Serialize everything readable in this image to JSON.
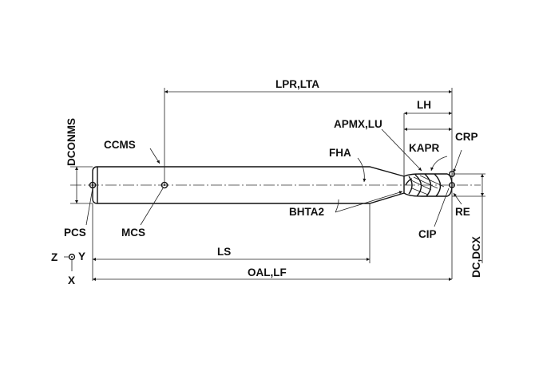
{
  "labels": {
    "lpr_lta": "LPR,LTA",
    "lh": "LH",
    "apmx_lu": "APMX,LU",
    "dconms": "DCONMS",
    "ccms": "CCMS",
    "fha": "FHA",
    "kapr": "KAPR",
    "crp": "CRP",
    "bhta2": "BHTA2",
    "re": "RE",
    "cip": "CIP",
    "pcs": "PCS",
    "mcs": "MCS",
    "ls": "LS",
    "oal_lf": "OAL,LF",
    "dc_dcx": "DC,DCX",
    "axis_z": "Z",
    "axis_y": "Y",
    "axis_x": "X"
  },
  "colors": {
    "line": "#111111",
    "background": "#ffffff"
  }
}
